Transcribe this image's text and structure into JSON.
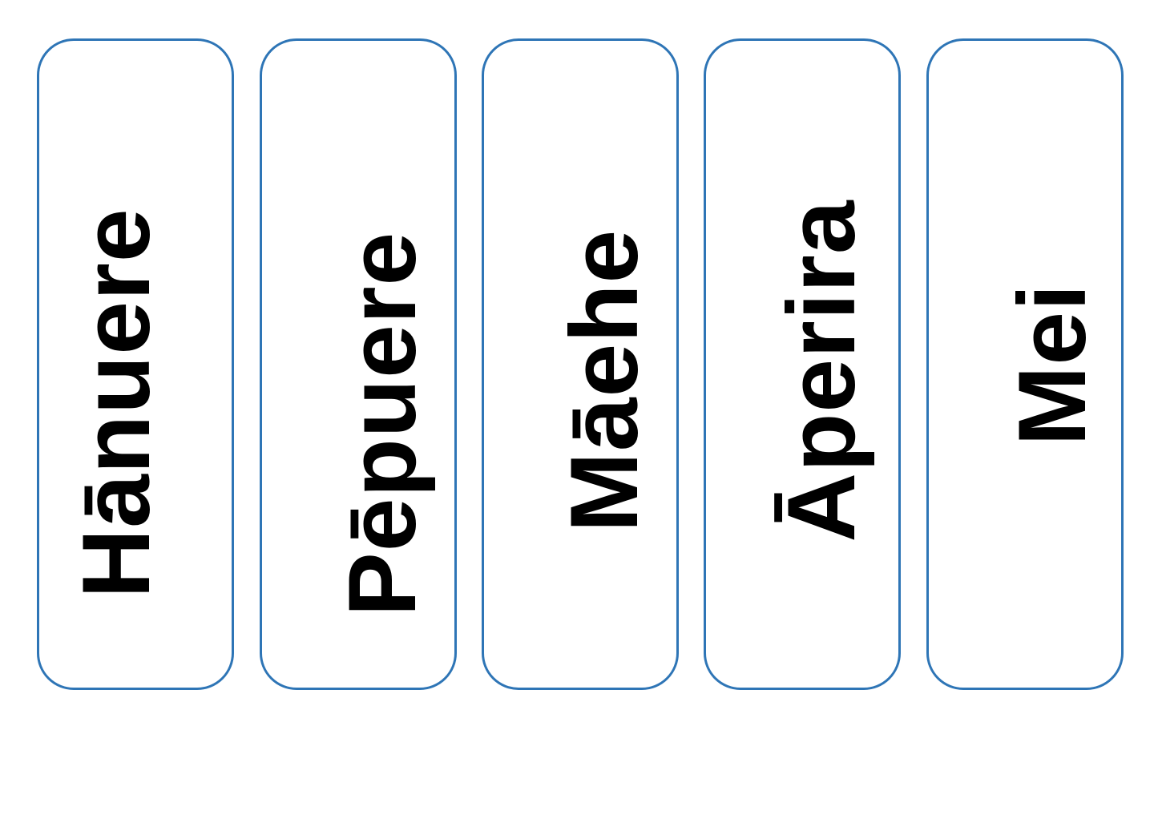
{
  "cards": [
    {
      "label": "Hānuere"
    },
    {
      "label": "Pēpuere"
    },
    {
      "label": "Māehe"
    },
    {
      "label": "Āperira"
    },
    {
      "label": "Mei"
    }
  ],
  "colors": {
    "card_border": "#2e75b6",
    "text": "#000000",
    "background": "#ffffff"
  }
}
